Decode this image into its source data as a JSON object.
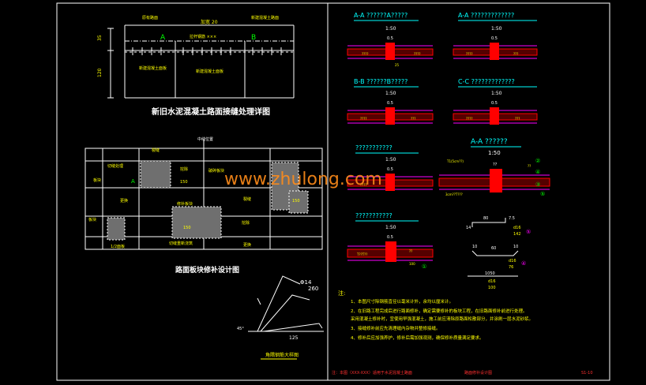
{
  "colors": {
    "background": "#000000",
    "frame": "#ffffff",
    "heading": "#00ffff",
    "label": "#ffff00",
    "green_text": "#00ff00",
    "rebar": "#ff00ff",
    "concrete": "#ff0000",
    "watermark": "#ff8c1a",
    "slab": "#9a9a9a"
  },
  "top_left": {
    "title": "新旧水泥混凝土路面接缝处理详图",
    "labels": {
      "old_pavement": "原有路面",
      "width": "加宽 20",
      "new_pavement": "新建混凝土路面",
      "section_a": "A",
      "section_b": "B",
      "tie_bar": "拉杆钢筋 ×××",
      "slab_1": "新建混凝土面板",
      "slab_2": "新建混凝土面板"
    },
    "dims": [
      "35",
      "120"
    ]
  },
  "repair_plan": {
    "title": "路面板块修补设计图",
    "top_label": "中线位置",
    "labels": [
      "切缝处理",
      "裂缝",
      "板块",
      "150",
      "破碎板块",
      "挖除",
      "A",
      "更换",
      "150",
      "裂缝",
      "修补板块",
      "挖除",
      "板块",
      "1/2面板",
      "切缝重新浇筑",
      "更换",
      "150"
    ]
  },
  "bar_detail": {
    "title": "角隅钢筋大样图",
    "dims": [
      "Φ14",
      "260",
      "125",
      "45°"
    ]
  },
  "sections": [
    {
      "heading": "A-A ??????A?????",
      "scale": "1:50"
    },
    {
      "heading": "A-A ?????????????",
      "scale": "1:50"
    },
    {
      "heading": "B-B ??????B?????",
      "scale": "1:50"
    },
    {
      "heading": "C-C ?????????????",
      "scale": "1:50"
    },
    {
      "heading": "???????????",
      "scale": "1:50"
    },
    {
      "heading": "A-A ??????",
      "scale": "1:50"
    },
    {
      "heading": "???????????",
      "scale": "1:50"
    }
  ],
  "section_values": {
    "s1": [
      "0.5",
      "????",
      "25",
      "????"
    ],
    "s2": [
      "0.5",
      "????",
      "???"
    ],
    "s3": [
      "0.5",
      "????",
      "???"
    ],
    "s4": [
      "0.5",
      "????",
      "???"
    ],
    "s5": [
      "0.5",
      "????"
    ],
    "s6": [
      "??",
      "T1(5cm??)",
      "3cm??T???",
      "??",
      "②",
      "④",
      "③",
      "⑤"
    ],
    "s7": [
      "0.5",
      "??",
      "T??T??",
      "100",
      "①"
    ]
  },
  "rebar_shapes": {
    "r1": [
      "80",
      "7.5",
      "14",
      "d16",
      "142",
      "⑤"
    ],
    "r2": [
      "60",
      "10",
      "10",
      "d16",
      "76",
      "④"
    ],
    "r3": [
      "1050",
      "d16",
      "100"
    ]
  },
  "notes": {
    "head": "注:",
    "items": [
      "1、本图尺寸除钢筋直径以毫米计外，余均以厘米计。",
      "2、在旧路工程完成后进行路面修补，确定需要修补的板块工程，在旧路面修补前进行处理。",
      "   采用混凝土修补时，宜使用早强混凝土，施工前应清除原路面松散部分，并涂刷一层水泥砂浆。",
      "3、接缝修补前应先清理缝内杂物并整修接缝。",
      "4、修补后应加强养护，修补后需加强观测，确保修补质量满足要求。"
    ]
  },
  "footer": {
    "left": "注：本图（XXX-XXX）适用于水泥混凝土路面",
    "right": "路面修补设计图",
    "page": "S1-10"
  },
  "watermark": "www.zhulong.com"
}
